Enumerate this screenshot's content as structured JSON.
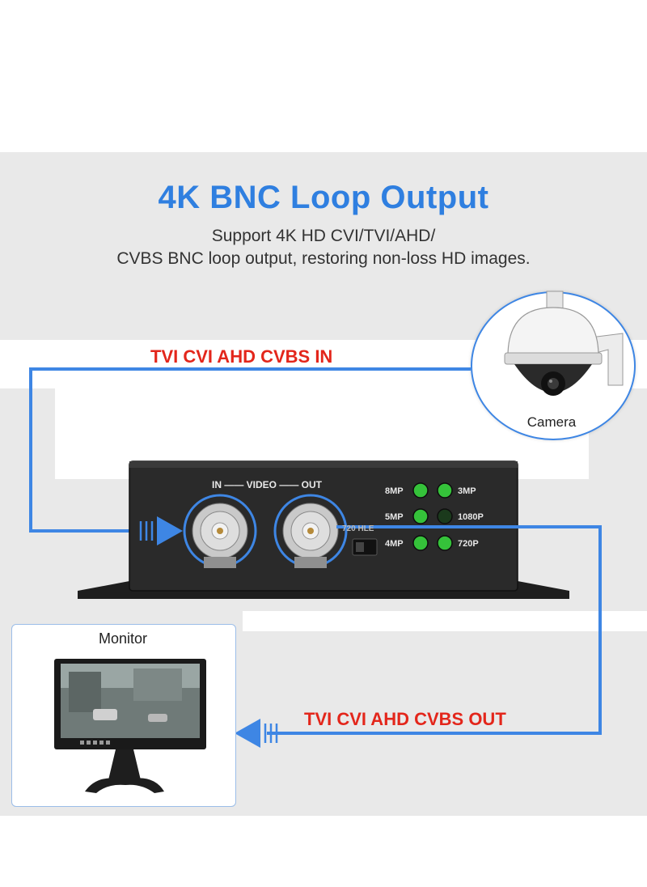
{
  "header": {
    "title": "4K BNC Loop Output",
    "subtitle_line1": "Support 4K HD CVI/TVI/AHD/",
    "subtitle_line2": "CVBS BNC loop output, restoring non-loss HD images."
  },
  "signals": {
    "input_label": "TVI CVI AHD CVBS    IN",
    "output_label": "TVI CVI AHD CVBS    OUT"
  },
  "camera": {
    "label": "Camera"
  },
  "monitor": {
    "label": "Monitor"
  },
  "device": {
    "port_header": "IN —— VIDEO —— OUT",
    "switch_label": "720  HLE",
    "leds": [
      {
        "label": "8MP",
        "on": true
      },
      {
        "label": "3MP",
        "on": true
      },
      {
        "label": "5MP",
        "on": true
      },
      {
        "label": "1080P",
        "on": false
      },
      {
        "label": "4MP",
        "on": true
      },
      {
        "label": "720P",
        "on": true
      }
    ]
  },
  "colors": {
    "accent_blue": "#2f7fe0",
    "line_blue": "#3e86e4",
    "signal_red": "#e3261b",
    "led_green": "#35c23a",
    "device_body": "#2a2a2a"
  }
}
